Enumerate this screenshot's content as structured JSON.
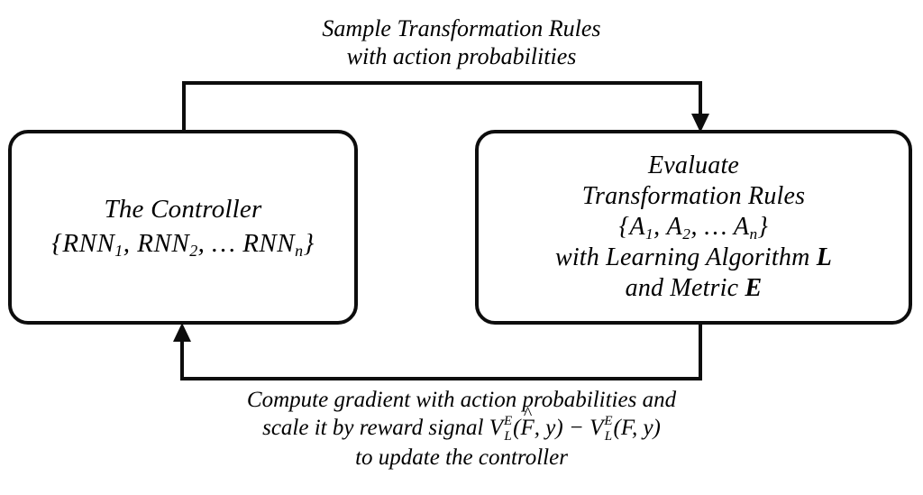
{
  "diagram": {
    "title": "Controller / Evaluator reinforcement-learning loop",
    "background_color": "#ffffff",
    "stroke_color": "#0d0d0d",
    "nodes": [
      {
        "id": "controller",
        "name": "The Controller",
        "lines": [
          {
            "text": "The Controller"
          },
          {
            "text": "{RNN1, RNN2, … RNNn}"
          }
        ]
      },
      {
        "id": "evaluate",
        "name": "Evaluate Transformation Rules",
        "lines": [
          {
            "text": "Evaluate"
          },
          {
            "text": "Transformation Rules"
          },
          {
            "text": "{A1, A2, … An}"
          },
          {
            "text": "with Learning Algorithm L"
          },
          {
            "text": "and Metric E"
          }
        ]
      }
    ],
    "edges": [
      {
        "id": "controller-to-evaluate",
        "from": "controller",
        "to": "evaluate",
        "direction": "right",
        "label_lines": [
          "Sample Transformation Rules",
          "with action probabilities"
        ]
      },
      {
        "id": "evaluate-to-controller",
        "from": "evaluate",
        "to": "controller",
        "direction": "left",
        "label_lines": [
          "Compute gradient with action probabilities and",
          "scale it by reward signal V^E_L(F̂, y) − V^E_L(F, y)",
          "to update the controller"
        ]
      }
    ]
  },
  "controller_box": {
    "line1": "The Controller",
    "math_open": "{",
    "rnn1": "RNN",
    "rnn1_sub": "1",
    "sep1": ", ",
    "rnn2": "RNN",
    "rnn2_sub": "2",
    "sep2": ", … ",
    "rnn3": "RNN",
    "rnn3_sub": "n",
    "math_close": "}"
  },
  "evaluate_box": {
    "line1": "Evaluate",
    "line2": "Transformation Rules",
    "math_open": "{",
    "a1": "A",
    "a1_sub": "1",
    "sep1": ", ",
    "a2": "A",
    "a2_sub": "2",
    "sep2": ", … ",
    "a3": "A",
    "a3_sub": "n",
    "math_close": "}",
    "line4_prefix": "with Learning Algorithm ",
    "line4_symbol": "L",
    "line5_prefix": "and Metric ",
    "line5_symbol": "E"
  },
  "top_caption": {
    "line1": "Sample Transformation Rules",
    "line2": "with action probabilities"
  },
  "bottom_caption": {
    "line1": "Compute gradient with action probabilities and",
    "line2_prefix": "scale it by reward signal ",
    "v_symbol": "V",
    "v_sup": "E",
    "v_sub": "L",
    "open_paren": "(",
    "f_hat_base": "F",
    "f_hat_accent": "^",
    "comma_y": ", y",
    "close_paren": ")",
    "minus": " − ",
    "v2_symbol": "V",
    "v2_sup": "E",
    "v2_sub": "L",
    "open_paren2": "(",
    "f_plain": "F",
    "comma_y2": ", y",
    "close_paren2": ")",
    "line3": "to update the controller"
  }
}
